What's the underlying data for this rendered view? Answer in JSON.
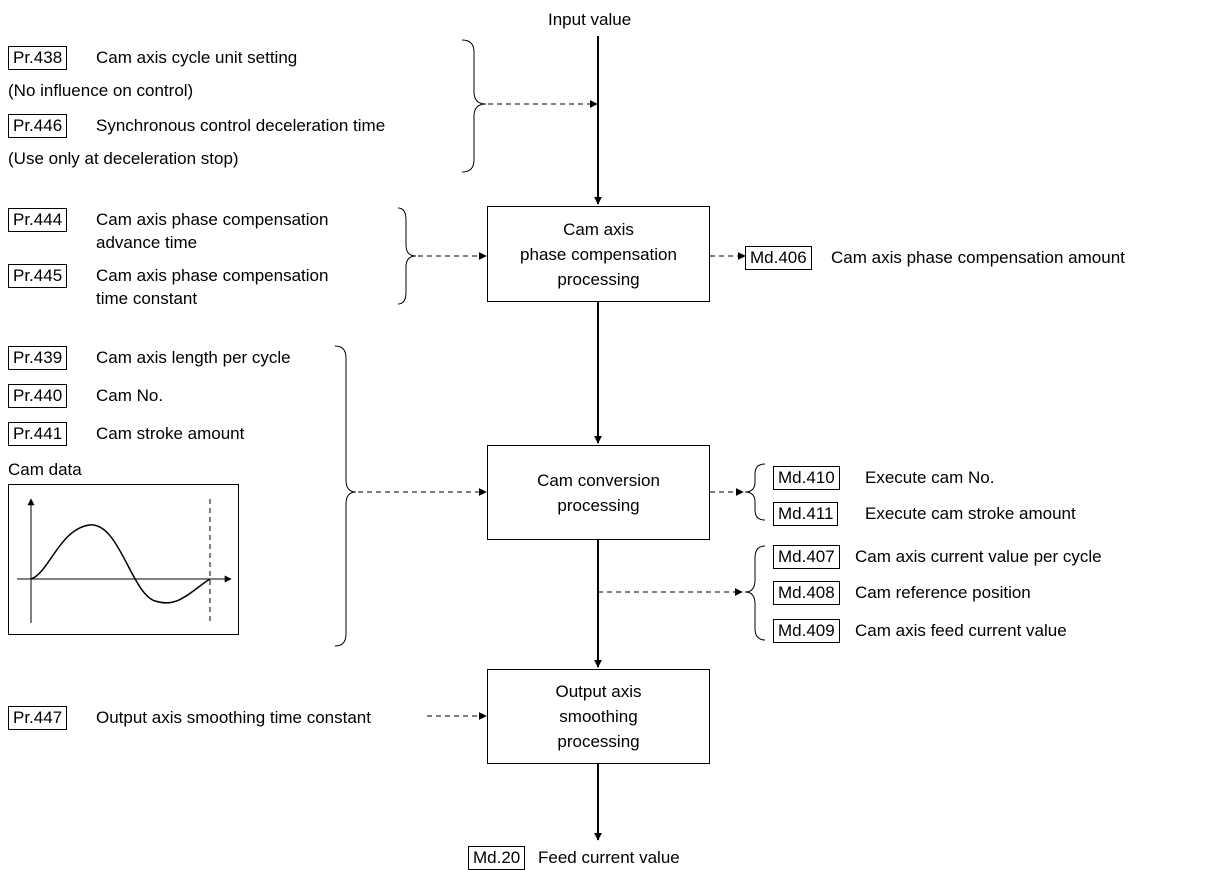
{
  "input_label": "Input value",
  "output": {
    "code": "Md.20",
    "text": "Feed current value"
  },
  "group1": [
    {
      "code": "Pr.438",
      "text": "Cam axis cycle unit setting"
    },
    {
      "text": "(No influence on control)"
    },
    {
      "code": "Pr.446",
      "text": "Synchronous control deceleration time"
    },
    {
      "text": "(Use only at deceleration stop)"
    }
  ],
  "group2": [
    {
      "code": "Pr.444",
      "text": "Cam axis phase compensation",
      "text2": "advance time"
    },
    {
      "code": "Pr.445",
      "text": "Cam axis phase compensation",
      "text2": "time constant"
    }
  ],
  "group3": [
    {
      "code": "Pr.439",
      "text": "Cam axis length per cycle"
    },
    {
      "code": "Pr.440",
      "text": "Cam No."
    },
    {
      "code": "Pr.441",
      "text": "Cam stroke amount"
    }
  ],
  "cam_data_label": "Cam data",
  "group4": {
    "code": "Pr.447",
    "text": "Output axis smoothing time constant"
  },
  "boxes": {
    "phase": [
      "Cam axis",
      "phase compensation",
      "processing"
    ],
    "conversion": [
      "Cam conversion",
      "processing"
    ],
    "smoothing": [
      "Output axis",
      "smoothing",
      "processing"
    ]
  },
  "outputs": {
    "phase": {
      "code": "Md.406",
      "text": "Cam axis phase compensation amount"
    },
    "conversion": [
      {
        "code": "Md.410",
        "text": "Execute cam No."
      },
      {
        "code": "Md.411",
        "text": "Execute cam stroke amount"
      }
    ],
    "current": [
      {
        "code": "Md.407",
        "text": "Cam axis current value per cycle"
      },
      {
        "code": "Md.408",
        "text": "Cam reference position"
      },
      {
        "code": "Md.409",
        "text": "Cam axis feed current value"
      }
    ]
  }
}
